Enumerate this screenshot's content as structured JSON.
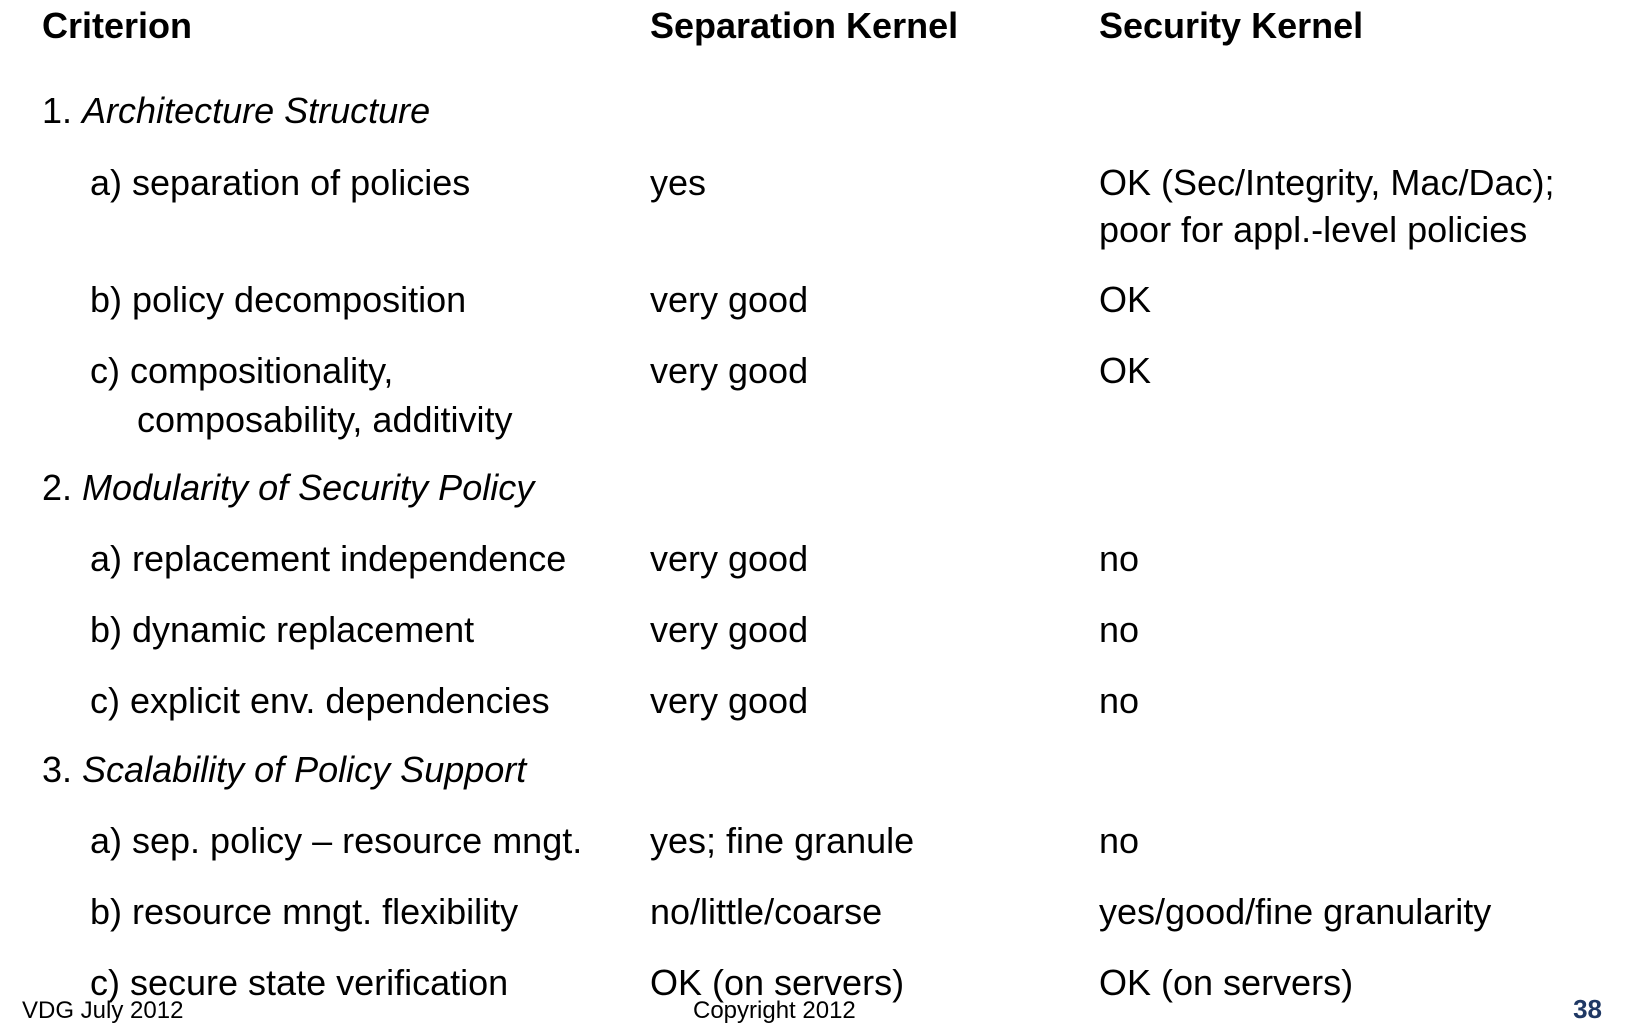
{
  "table": {
    "headers": [
      "Criterion",
      "Separation Kernel",
      "Security Kernel"
    ],
    "sections": [
      {
        "number": "1.",
        "title": "Architecture Structure",
        "rows": [
          {
            "criterion": [
              "a) separation of policies"
            ],
            "separation": [
              "yes"
            ],
            "security": [
              "OK (Sec/Integrity, Mac/Dac);",
              "poor for appl.-level policies"
            ]
          },
          {
            "criterion": [
              "b) policy decomposition"
            ],
            "separation": [
              "very good"
            ],
            "security": [
              "OK"
            ]
          },
          {
            "criterion": [
              "c) compositionality,",
              "composability, additivity"
            ],
            "separation": [
              "very good"
            ],
            "security": [
              "OK"
            ]
          }
        ]
      },
      {
        "number": "2.",
        "title": "Modularity of Security Policy",
        "rows": [
          {
            "criterion": [
              "a) replacement independence"
            ],
            "separation": [
              "very good"
            ],
            "security": [
              "no"
            ]
          },
          {
            "criterion": [
              "b) dynamic replacement"
            ],
            "separation": [
              "very good"
            ],
            "security": [
              "no"
            ]
          },
          {
            "criterion": [
              "c) explicit env. dependencies"
            ],
            "separation": [
              "very good"
            ],
            "security": [
              "no"
            ]
          }
        ]
      },
      {
        "number": "3.",
        "title": "Scalability of Policy Support",
        "rows": [
          {
            "criterion": [
              "a) sep. policy – resource mngt."
            ],
            "separation": [
              "yes; fine granule"
            ],
            "security": [
              "no"
            ]
          },
          {
            "criterion": [
              "b) resource mngt. flexibility"
            ],
            "separation": [
              "no/little/coarse"
            ],
            "security": [
              "yes/good/fine granularity"
            ]
          },
          {
            "criterion": [
              "c) secure state verification"
            ],
            "separation": [
              "OK (on servers)"
            ],
            "security": [
              "OK (on servers)"
            ]
          }
        ]
      }
    ]
  },
  "footer": {
    "left": "VDG July 2012",
    "center": "Copyright 2012",
    "page": "38"
  },
  "colors": {
    "text": "#000000",
    "page_number": "#1f3864",
    "background": "#ffffff"
  }
}
